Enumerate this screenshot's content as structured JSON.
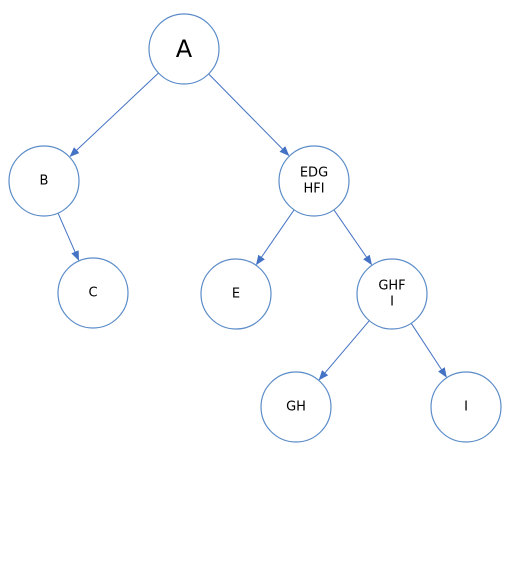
{
  "tree": {
    "nodes": [
      {
        "id": "A",
        "lines": [
          "A"
        ]
      },
      {
        "id": "B",
        "lines": [
          "B"
        ]
      },
      {
        "id": "EDGHFI",
        "lines": [
          "EDG",
          "HFI"
        ]
      },
      {
        "id": "C",
        "lines": [
          "C"
        ]
      },
      {
        "id": "E",
        "lines": [
          "E"
        ]
      },
      {
        "id": "GHFI",
        "lines": [
          "GHF",
          "I"
        ]
      },
      {
        "id": "GH",
        "lines": [
          "GH"
        ]
      },
      {
        "id": "I",
        "lines": [
          "I"
        ]
      }
    ],
    "edges": [
      {
        "from": "A",
        "to": "B"
      },
      {
        "from": "A",
        "to": "EDGHFI"
      },
      {
        "from": "B",
        "to": "C"
      },
      {
        "from": "EDGHFI",
        "to": "E"
      },
      {
        "from": "EDGHFI",
        "to": "GHFI"
      },
      {
        "from": "GHFI",
        "to": "GH"
      },
      {
        "from": "GHFI",
        "to": "I"
      }
    ],
    "colors": {
      "node_border": "#5b8cc8",
      "edge": "#4472c4",
      "text": "#000000"
    }
  }
}
